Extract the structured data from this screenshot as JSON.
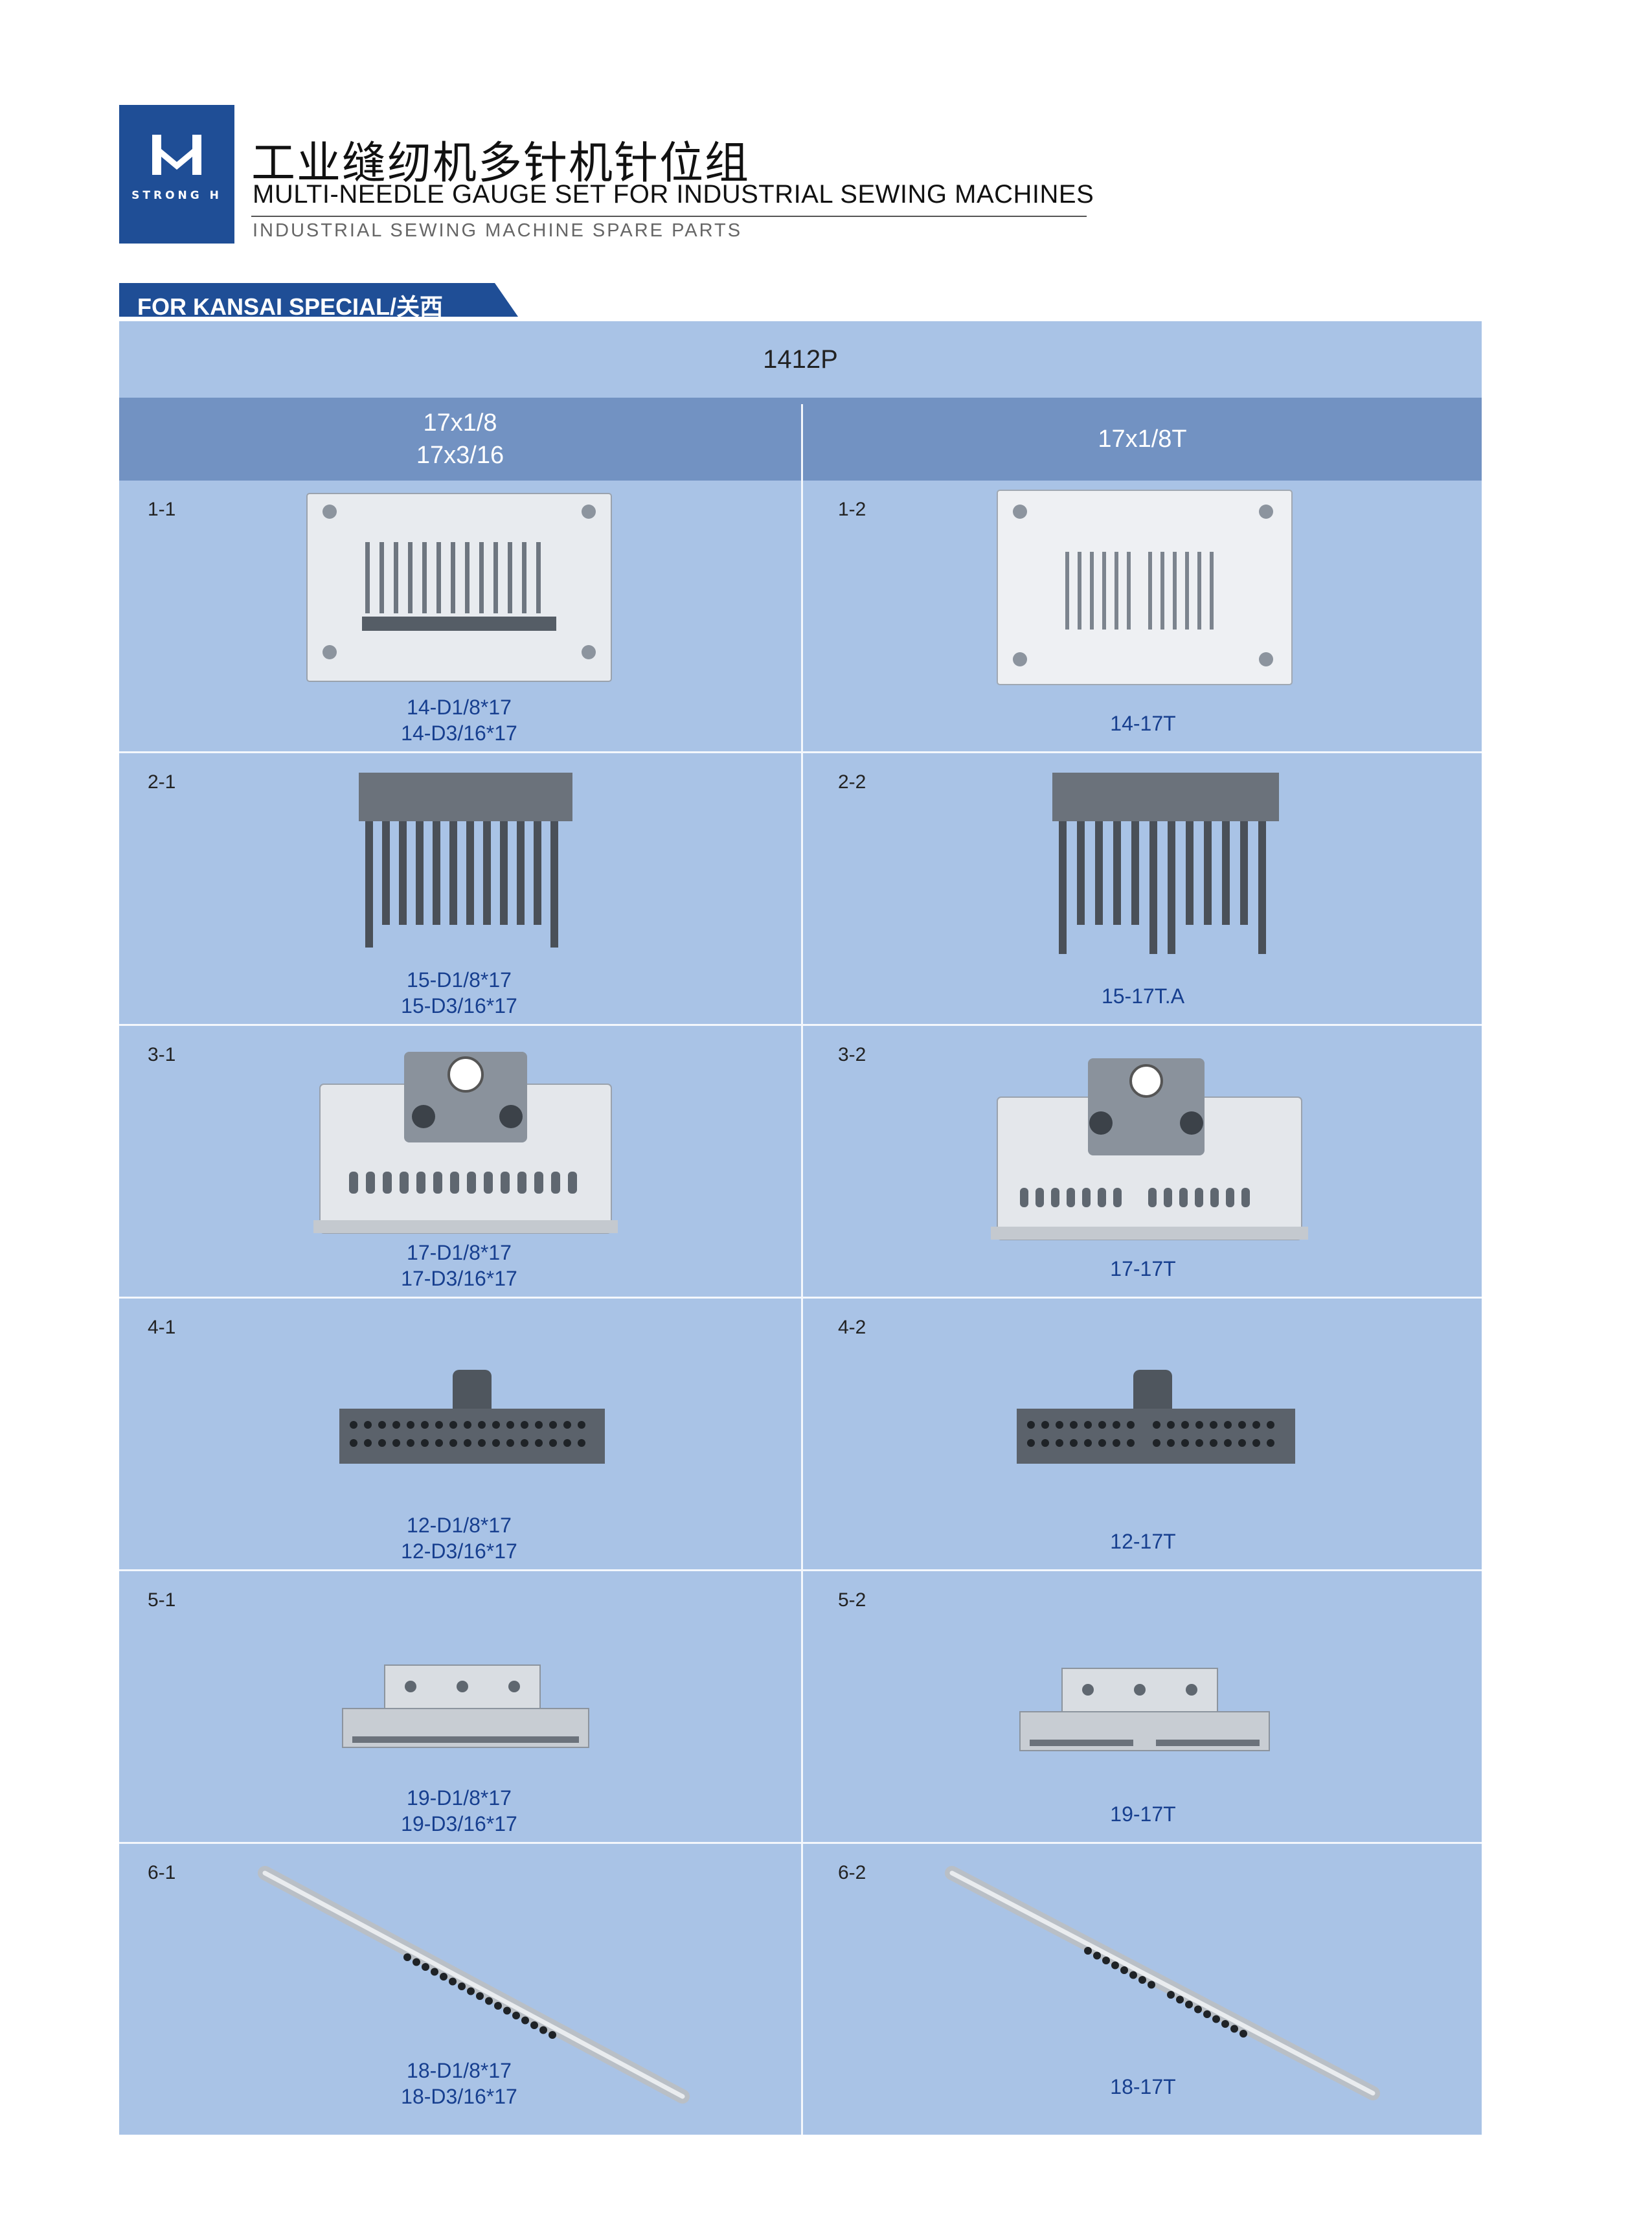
{
  "header": {
    "logo_text": "STRONG H",
    "title_cn": "工业缝纫机多针机针位组",
    "title_en": "MULTI-NEEDLE GAUGE SET FOR INDUSTRIAL SEWING MACHINES",
    "subtitle": "INDUSTRIAL SEWING MACHINE SPARE PARTS",
    "brand_color": "#1f4e96"
  },
  "section": {
    "label": "FOR KANSAI SPECIAL/关西"
  },
  "table": {
    "model": "1412P",
    "columns": [
      {
        "line1": "17x1/8",
        "line2": "17x3/16"
      },
      {
        "line1": "17x1/8T",
        "line2": ""
      }
    ],
    "rows": [
      {
        "left": {
          "num": "1-1",
          "cap1": "14-D1/8*17",
          "cap2": "14-D3/16*17",
          "icon": "needle-plate"
        },
        "right": {
          "num": "1-2",
          "cap1": "14-17T",
          "cap2": "",
          "icon": "needle-plate-t"
        }
      },
      {
        "left": {
          "num": "2-1",
          "cap1": "15-D1/8*17",
          "cap2": "15-D3/16*17",
          "icon": "feed-dog"
        },
        "right": {
          "num": "2-2",
          "cap1": "15-17T.A",
          "cap2": "",
          "icon": "feed-dog-t"
        }
      },
      {
        "left": {
          "num": "3-1",
          "cap1": "17-D1/8*17",
          "cap2": "17-D3/16*17",
          "icon": "presser-foot"
        },
        "right": {
          "num": "3-2",
          "cap1": "17-17T",
          "cap2": "",
          "icon": "presser-foot-t"
        }
      },
      {
        "left": {
          "num": "4-1",
          "cap1": "12-D1/8*17",
          "cap2": "12-D3/16*17",
          "icon": "needle-clamp"
        },
        "right": {
          "num": "4-2",
          "cap1": "12-17T",
          "cap2": "",
          "icon": "needle-clamp-t"
        }
      },
      {
        "left": {
          "num": "5-1",
          "cap1": "19-D1/8*17",
          "cap2": "19-D3/16*17",
          "icon": "needle-guard"
        },
        "right": {
          "num": "5-2",
          "cap1": "19-17T",
          "cap2": "",
          "icon": "needle-guard-t"
        }
      },
      {
        "left": {
          "num": "6-1",
          "cap1": "18-D1/8*17",
          "cap2": "18-D3/16*17",
          "icon": "looper-bar"
        },
        "right": {
          "num": "6-2",
          "cap1": "18-17T",
          "cap2": "",
          "icon": "looper-bar-t"
        }
      }
    ]
  }
}
